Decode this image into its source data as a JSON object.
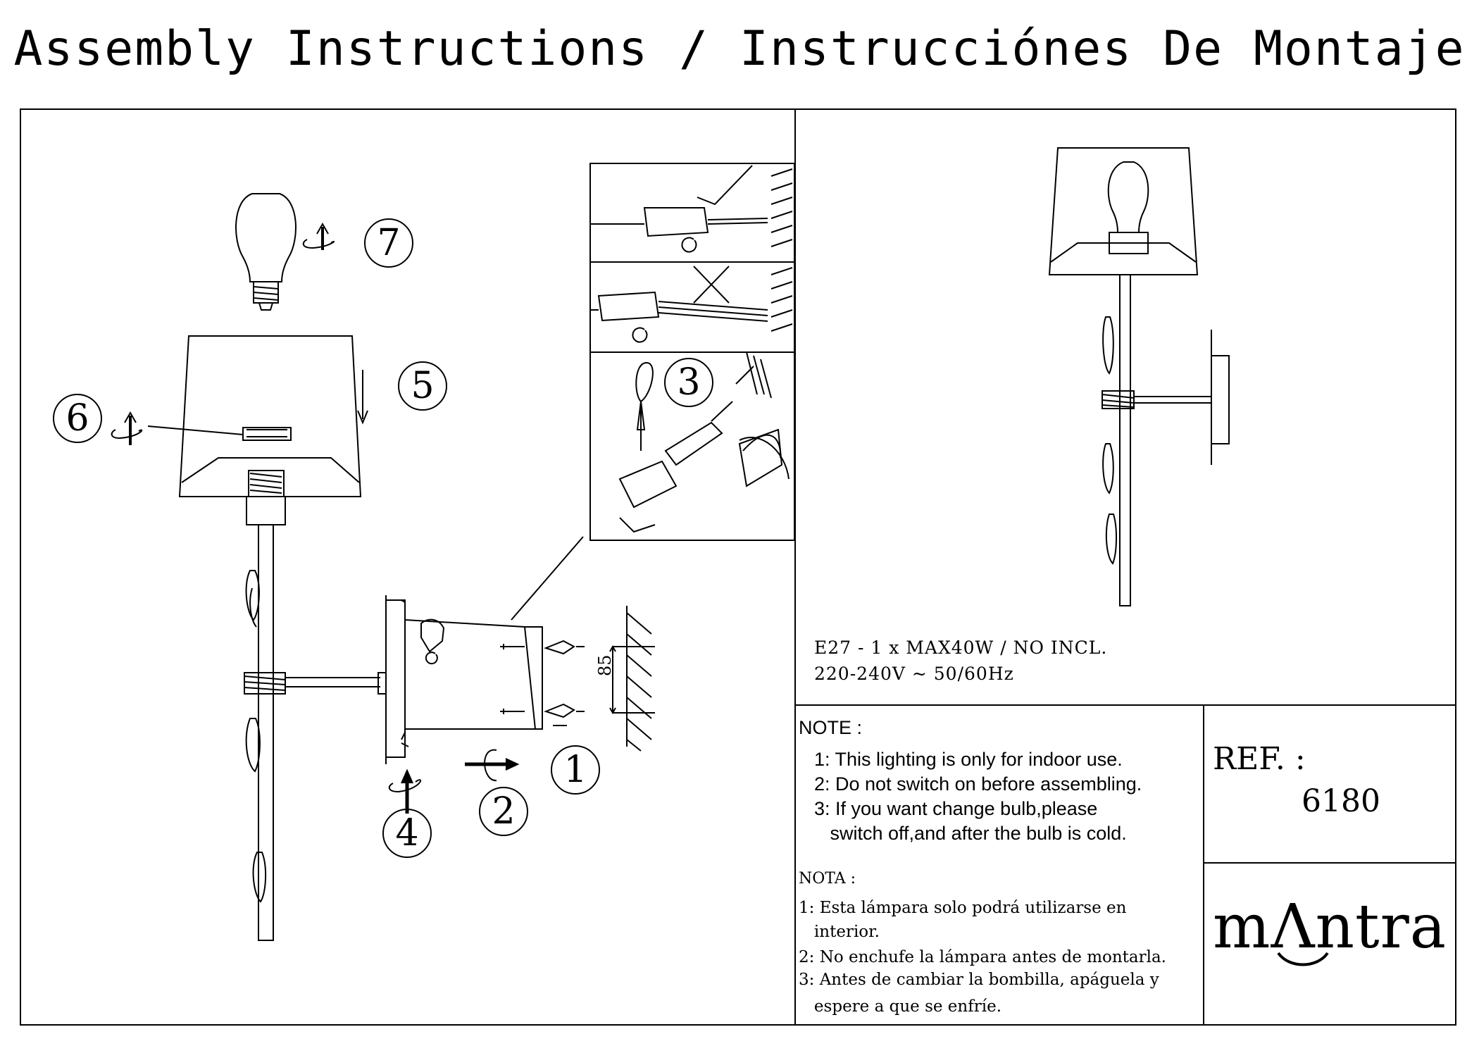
{
  "title": "Assembly Instructions / Instrucciónes De Montaje",
  "steps": [
    "1",
    "2",
    "3",
    "4",
    "5",
    "6",
    "7"
  ],
  "dimension_label": "85",
  "spec": {
    "line1": "E27 - 1 x MAX40W / NO  INCL.",
    "line2": "220-240V ~ 50/60Hz"
  },
  "note": {
    "title": "NOTE :",
    "items": [
      "1: This lighting is only for indoor use.",
      "2: Do not switch on before assembling.",
      "3: If you want change bulb,please",
      "   switch off,and after the bulb is cold."
    ]
  },
  "nota": {
    "title": "NOTA :",
    "items": [
      "1: Esta lámpara solo podrá utilizarse en",
      "   interior.",
      "2: No enchufe la lámpara antes de montarla.",
      "3: Antes de cambiar la bombilla, apáguela y",
      "   espere a que se enfríe."
    ]
  },
  "ref": {
    "label": "REF. :",
    "value": "6180"
  },
  "brand": "mΛntra"
}
